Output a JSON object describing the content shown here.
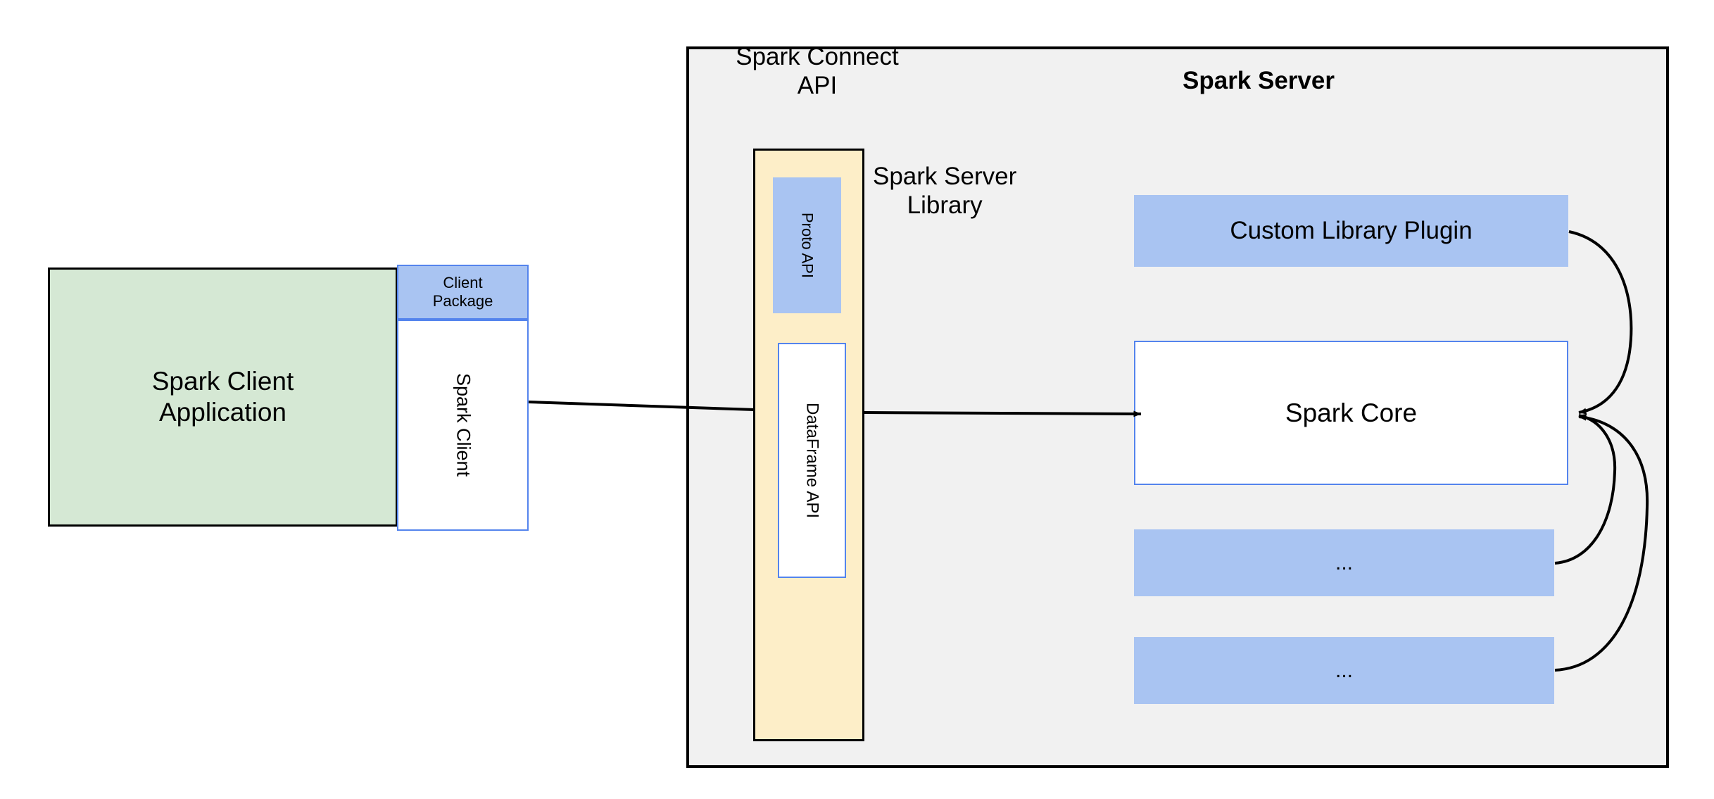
{
  "diagram": {
    "title": "Spark Connect architecture",
    "type": "architecture-block-diagram",
    "colors": {
      "green_fill": "#d5e8d4",
      "blue_fill": "#a9c4f2",
      "blue_stroke": "#5484ed",
      "cream_fill": "#fdeec8",
      "gray_fill": "#f1f1f1",
      "white_fill": "#ffffff",
      "black_stroke": "#000000"
    }
  },
  "client": {
    "application": {
      "label": "Spark Client\nApplication"
    },
    "package": {
      "label": "Client\nPackage"
    },
    "spark_client": {
      "label": "Spark Client"
    }
  },
  "server": {
    "container_title": "Spark Server",
    "connect_api_label": "Spark Connect\nAPI",
    "server_library_label": "Spark Server\nLibrary",
    "connect_column": {
      "proto_api": {
        "label": "Proto API"
      },
      "dataframe_api": {
        "label": "DataFrame API"
      }
    },
    "stack": [
      {
        "label": "Custom Library Plugin",
        "style": "blue-filled"
      },
      {
        "label": "Spark Core",
        "style": "white-bordered"
      },
      {
        "label": "...",
        "style": "blue-filled"
      },
      {
        "label": "...",
        "style": "blue-filled"
      }
    ]
  },
  "connectors": {
    "client_to_core": {
      "from": "Spark Client",
      "to": "Spark Core",
      "style": "straight-arrow"
    },
    "plugin_to_core": {
      "from": "Custom Library Plugin",
      "to": "Spark Core",
      "style": "curved-arrow"
    },
    "ellipsis_one_to_core": {
      "from": "...",
      "to": "Spark Core",
      "style": "curved-arrow"
    },
    "ellipsis_two_to_core": {
      "from": "...",
      "to": "Spark Core",
      "style": "curved-arrow"
    }
  }
}
